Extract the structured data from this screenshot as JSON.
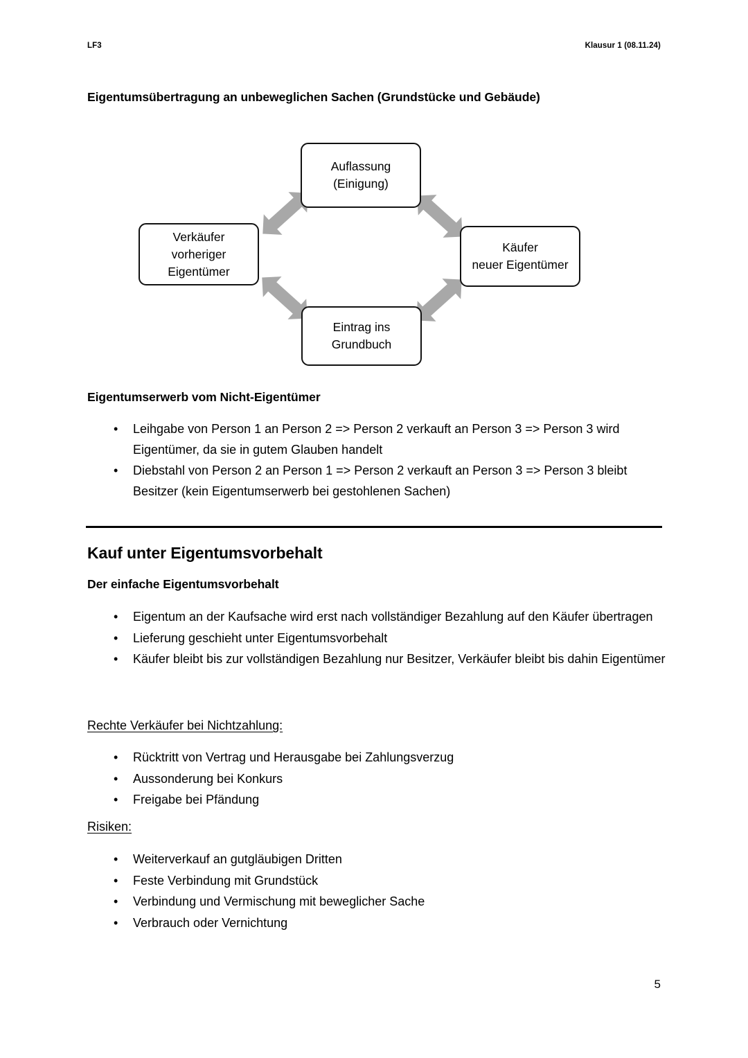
{
  "header": {
    "left": "LF3",
    "right": "Klausur 1 (08.11.24)"
  },
  "sections": {
    "heading_immobilien": "Eigentumsübertragung an unbeweglichen Sachen (Grundstücke und Gebäude)",
    "heading_nichteigentuemer": "Eigentumserwerb vom Nicht-Eigentümer",
    "title_eigentumsvorbehalt": "Kauf unter Eigentumsvorbehalt",
    "heading_einfacher": "Der einfache Eigentumsvorbehalt",
    "sub_rechte": "Rechte Verkäufer bei Nichtzahlung:",
    "sub_risiken": "Risiken:"
  },
  "diagram": {
    "type": "cycle",
    "arrow_color": "#a8a8a8",
    "border_color": "#111111",
    "nodes": [
      {
        "id": "auflassung",
        "label": "Auflassung\n(Einigung)"
      },
      {
        "id": "kaeufer",
        "label": "Käufer\nneuer Eigentümer"
      },
      {
        "id": "eintrag",
        "label": "Eintrag ins\nGrundbuch"
      },
      {
        "id": "verkaeufer",
        "label": "Verkäufer\nvorheriger\nEigentümer"
      }
    ],
    "arrows": [
      {
        "from": "verkaeufer",
        "to": "auflassung",
        "double_headed": true
      },
      {
        "from": "auflassung",
        "to": "kaeufer",
        "double_headed": true
      },
      {
        "from": "kaeufer",
        "to": "eintrag",
        "double_headed": true
      },
      {
        "from": "eintrag",
        "to": "verkaeufer",
        "double_headed": true
      }
    ]
  },
  "lists": {
    "bullet_glyph": "•",
    "nichteigentuemer": [
      "Leihgabe von Person 1 an Person 2 => Person 2 verkauft an Person 3 => Person 3 wird Eigentümer, da sie in gutem Glauben handelt",
      "Diebstahl von Person 2 an Person 1 => Person 2 verkauft an Person 3 => Person 3 bleibt Besitzer (kein Eigentumserwerb bei gestohlenen Sachen)"
    ],
    "einfacher_eigentumsvorbehalt": [
      "Eigentum an der Kaufsache wird erst nach vollständiger Bezahlung auf den Käufer übertragen",
      "Lieferung geschieht unter Eigentumsvorbehalt",
      "Käufer bleibt bis zur vollständigen Bezahlung nur Besitzer, Verkäufer bleibt bis dahin Eigentümer"
    ],
    "rechte_verkaeufer": [
      "Rücktritt von Vertrag und Herausgabe bei Zahlungsverzug",
      "Aussonderung bei Konkurs",
      "Freigabe bei Pfändung"
    ],
    "risiken": [
      "Weiterverkauf an gutgläubigen Dritten",
      "Feste Verbindung mit Grundstück",
      "Verbindung und Vermischung mit beweglicher Sache",
      "Verbrauch oder Vernichtung"
    ]
  },
  "footer": {
    "page_number": "5"
  }
}
